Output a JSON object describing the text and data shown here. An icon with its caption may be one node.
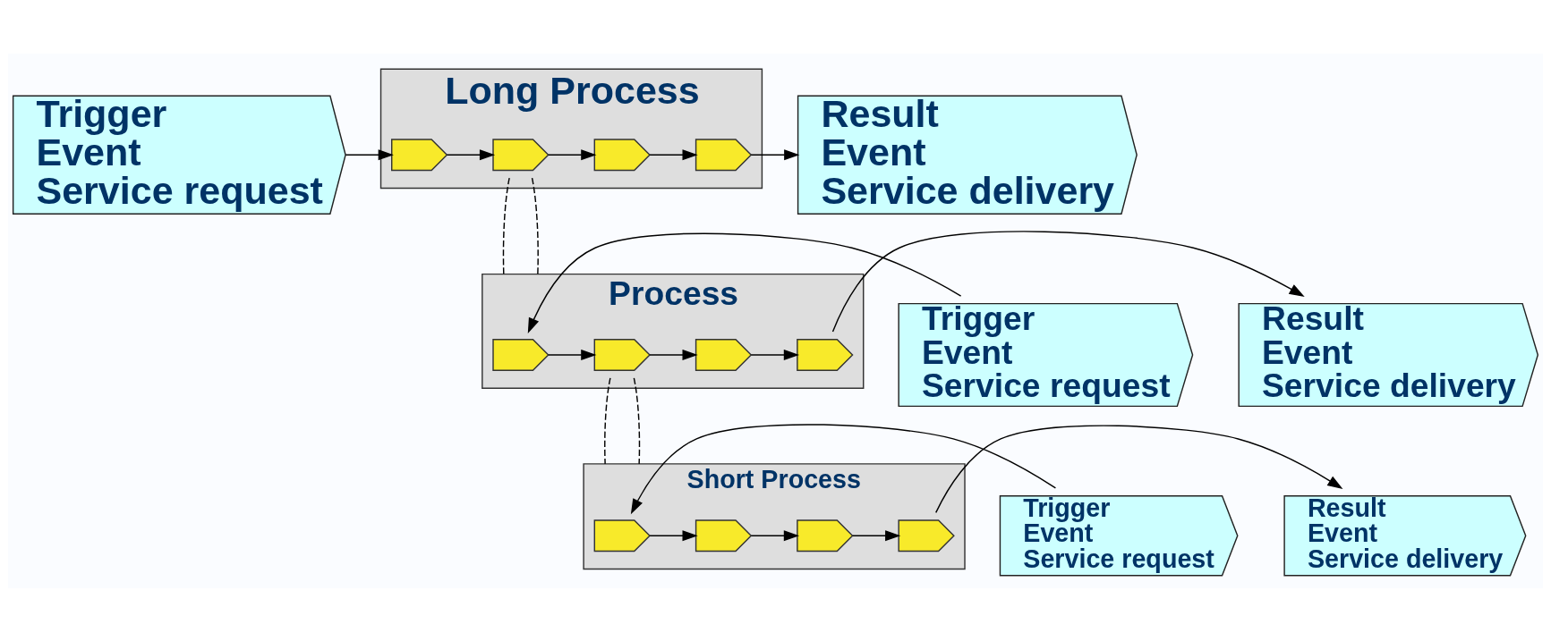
{
  "diagram": {
    "nodes": [
      {
        "text": [
          "Trigger",
          "Event",
          "Service request"
        ]
      },
      {
        "text": [
          "Long Process"
        ]
      },
      {
        "text": [],
        "shape": "pentagon",
        "in": 1
      },
      {
        "text": [],
        "shape": "pentagon",
        "in": 1
      },
      {
        "text": [],
        "shape": "pentagon",
        "in": 1
      },
      {
        "text": [],
        "shape": "pentagon",
        "in": 1
      },
      {
        "text": [
          "Result",
          "Event",
          "Service delivery"
        ]
      },
      {
        "text": [
          "Trigger",
          "Event",
          "Service request"
        ]
      },
      {
        "text": [
          "Process"
        ]
      },
      {
        "text": [],
        "shape": "pentagon",
        "in": 8
      },
      {
        "text": [],
        "shape": "pentagon",
        "in": 8
      },
      {
        "text": [],
        "shape": "pentagon",
        "in": 8
      },
      {
        "text": [],
        "shape": "pentagon",
        "in": 8
      },
      {
        "text": [
          "Result",
          "Event",
          "Service delivery"
        ]
      },
      {
        "text": [
          "Trigger",
          "Event",
          "Service request"
        ]
      },
      {
        "text": [
          "Short Process"
        ]
      },
      {
        "text": [],
        "shape": "pentagon",
        "in": 15
      },
      {
        "text": [],
        "shape": "pentagon",
        "in": 15
      },
      {
        "text": [],
        "shape": "pentagon",
        "in": 15
      },
      {
        "text": [],
        "shape": "pentagon",
        "in": 15
      },
      {
        "text": [
          "Result",
          "Event",
          "Service delivery"
        ]
      }
    ],
    "edges": [
      {
        "from": 0,
        "to": 2,
        "arrow": "to"
      },
      {
        "from": 2,
        "to": 3,
        "arrow": "to"
      },
      {
        "from": 3,
        "to": 4,
        "arrow": "to"
      },
      {
        "from": 4,
        "to": 5,
        "arrow": "to"
      },
      {
        "from": 5,
        "to": 6,
        "arrow": "to"
      },
      {
        "from": 3,
        "to": 8,
        "arrow": "none",
        "style": "dashed"
      },
      {
        "from": 3,
        "to": 8,
        "arrow": "none",
        "style": "dashed"
      },
      {
        "from": 7,
        "to": 9,
        "arrow": "to"
      },
      {
        "from": 9,
        "to": 10,
        "arrow": "to"
      },
      {
        "from": 10,
        "to": 11,
        "arrow": "to"
      },
      {
        "from": 11,
        "to": 12,
        "arrow": "to"
      },
      {
        "from": 12,
        "to": 13,
        "arrow": "to"
      },
      {
        "from": 10,
        "to": 15,
        "arrow": "none",
        "style": "dashed"
      },
      {
        "from": 10,
        "to": 15,
        "arrow": "none",
        "style": "dashed"
      },
      {
        "from": 14,
        "to": 16,
        "arrow": "to"
      },
      {
        "from": 16,
        "to": 17,
        "arrow": "to"
      },
      {
        "from": 17,
        "to": 18,
        "arrow": "to"
      },
      {
        "from": 18,
        "to": 19,
        "arrow": "to"
      },
      {
        "from": 19,
        "to": 20,
        "arrow": "to"
      }
    ]
  }
}
